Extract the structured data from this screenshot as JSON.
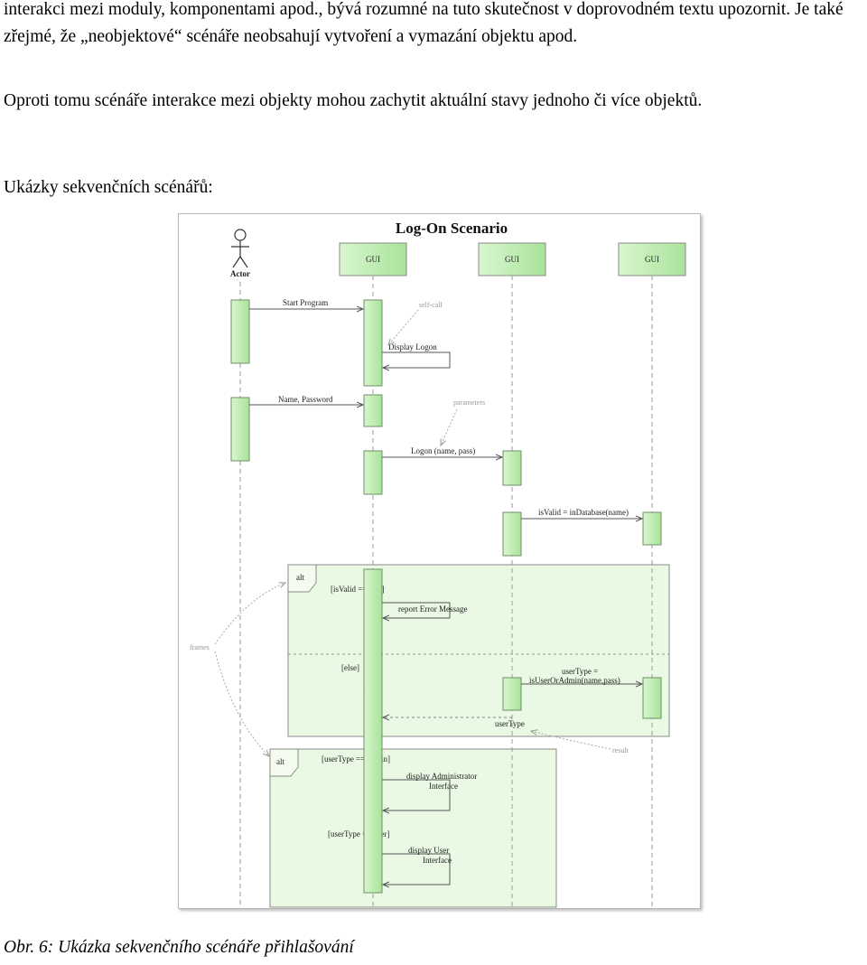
{
  "text": {
    "p1": "interakci mezi moduly, komponentami apod., bývá rozumné na tuto skutečnost v doprovodném textu upozornit. Je také zřejmé, že „neobjektové“ scénáře neobsahují vytvoření a vymazání objektu apod.",
    "p2": "Oproti tomu scénáře interakce mezi objekty mohou zachytit aktuální stavy jednoho či více objektů.",
    "heading": "Ukázky sekvenčních scénářů:",
    "caption": "Obr. 6: Ukázka sekvenčního scénáře přihlašování"
  },
  "diagram": {
    "title": "Log-On Scenario",
    "actor_label": "Actor",
    "gui1": "GUI",
    "gui2": "GUI",
    "gui3": "GUI",
    "msg_start": "Start Program",
    "note_selfcall": "self-call",
    "msg_display_logon": "Display Logon",
    "msg_name_password": "Name, Password",
    "note_parameters": "parameters",
    "msg_logon": "Logon (name, pass)",
    "msg_isvalid": "isValid = inDatabase(name)",
    "alt1": "alt",
    "guard_isvalid": "[isValid == true]",
    "msg_report_error": "report Error Message",
    "guard_else": "[else]",
    "msg_usertype_1": "userType =",
    "msg_usertype_2": "isUserOrAdmin(name,pass)",
    "msg_return_usertype": "userType",
    "note_result": "result",
    "note_frames": "frames",
    "alt2": "alt",
    "guard_admin": "[userType == admin]",
    "msg_display_admin_1": "display Administrator",
    "msg_display_admin_2": "Interface",
    "guard_user": "[userType == user]",
    "msg_display_user_1": "display User",
    "msg_display_user_2": "Interface"
  }
}
